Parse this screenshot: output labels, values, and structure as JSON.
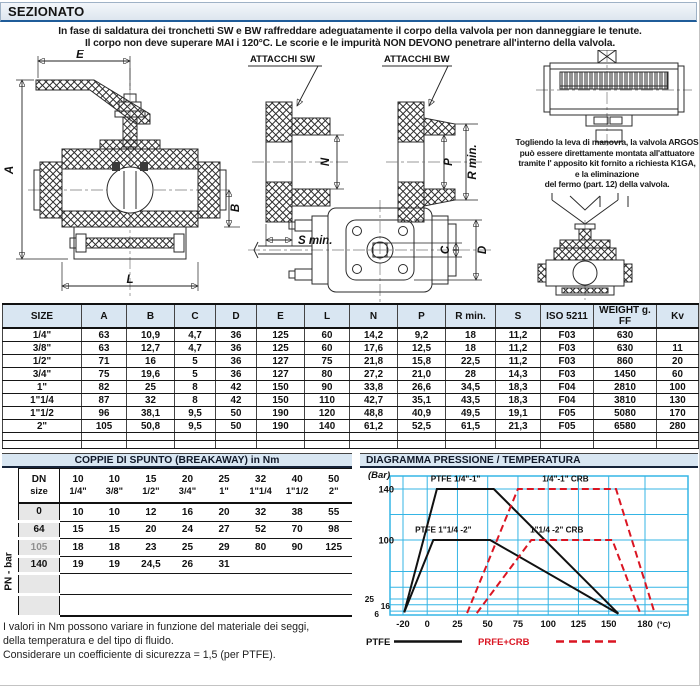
{
  "page": {
    "title": "SEZIONATO"
  },
  "warning": {
    "line1": "In fase di saldatura dei tronchetti SW e BW raffreddare adeguatamente il corpo della valvola per non danneggiare le tenute.",
    "line2": "Il corpo non deve superare MAI i 120°C. Le scorie e le impurità NON DEVONO penetrare all'interno della valvola."
  },
  "drawings": {
    "attacchi_sw_label": "ATTACCHI SW",
    "attacchi_bw_label": "ATTACCHI BW",
    "dims": {
      "e": "E",
      "a": "A",
      "b": "B",
      "l": "L",
      "n": "N",
      "s_min": "S min.",
      "p": "P",
      "r_min": "R min.",
      "c": "C",
      "d": "D"
    },
    "note_lines": [
      "Togliendo la leva di manovra, la valvola  ARGOS",
      "può essere direttamente montata all'attuatore",
      "tramite l' apposito kit fornito a richiesta K1GA,",
      "e la eliminazione",
      "del fermo (part. 12) della valvola."
    ]
  },
  "dimension_table": {
    "headers": [
      "SIZE",
      "A",
      "B",
      "C",
      "D",
      "E",
      "L",
      "N",
      "P",
      "R min.",
      "S",
      "ISO 5211",
      "WEIGHT g. FF",
      "Kv"
    ],
    "rows": [
      [
        "1/4\"",
        "63",
        "10,9",
        "4,7",
        "36",
        "125",
        "60",
        "14,2",
        "9,2",
        "18",
        "11,2",
        "F03",
        "630",
        ""
      ],
      [
        "3/8\"",
        "63",
        "12,7",
        "4,7",
        "36",
        "125",
        "60",
        "17,6",
        "12,5",
        "18",
        "11,2",
        "F03",
        "630",
        "11"
      ],
      [
        "1/2\"",
        "71",
        "16",
        "5",
        "36",
        "127",
        "75",
        "21,8",
        "15,8",
        "22,5",
        "11,2",
        "F03",
        "860",
        "20"
      ],
      [
        "3/4\"",
        "75",
        "19,6",
        "5",
        "36",
        "127",
        "80",
        "27,2",
        "21,0",
        "28",
        "14,3",
        "F03",
        "1450",
        "60"
      ],
      [
        "1\"",
        "82",
        "25",
        "8",
        "42",
        "150",
        "90",
        "33,8",
        "26,6",
        "34,5",
        "18,3",
        "F04",
        "2810",
        "100"
      ],
      [
        "1\"1/4",
        "87",
        "32",
        "8",
        "42",
        "150",
        "110",
        "42,7",
        "35,1",
        "43,5",
        "18,3",
        "F04",
        "3810",
        "130"
      ],
      [
        "1\"1/2",
        "96",
        "38,1",
        "9,5",
        "50",
        "190",
        "120",
        "48,8",
        "40,9",
        "49,5",
        "19,1",
        "F05",
        "5080",
        "170"
      ],
      [
        "2\"",
        "105",
        "50,8",
        "9,5",
        "50",
        "190",
        "140",
        "61,2",
        "52,5",
        "61,5",
        "21,3",
        "F05",
        "6580",
        "280"
      ]
    ]
  },
  "breakaway_table": {
    "title": "COPPIE DI SPUNTO (BREAKAWAY) in Nm",
    "axis_label": "PN - bar",
    "corner_header": [
      "DN",
      "size"
    ],
    "col_headers": [
      [
        "10",
        "1/4\""
      ],
      [
        "10",
        "3/8\""
      ],
      [
        "15",
        "1/2\""
      ],
      [
        "20",
        "3/4\""
      ],
      [
        "25",
        "1\""
      ],
      [
        "32",
        "1\"1/4"
      ],
      [
        "40",
        "1\"1/2"
      ],
      [
        "50",
        "2\""
      ]
    ],
    "rows": [
      {
        "pn": "0",
        "values": [
          "10",
          "10",
          "12",
          "16",
          "20",
          "32",
          "38",
          "55"
        ]
      },
      {
        "pn": "64",
        "values": [
          "15",
          "15",
          "20",
          "24",
          "27",
          "52",
          "70",
          "98"
        ]
      },
      {
        "pn": "105",
        "values": [
          "18",
          "18",
          "23",
          "25",
          "29",
          "80",
          "90",
          "125"
        ]
      },
      {
        "pn": "140",
        "values": [
          "19",
          "19",
          "24,5",
          "26",
          "31",
          "",
          "",
          ""
        ]
      }
    ]
  },
  "footer_note": {
    "line1": "I valori in Nm possono variare in funzione del materiale dei seggi,",
    "line2": "della temperatura e del tipo di fluido.",
    "line3": "Considerare un coefficiente di sicurezza = 1,5 (per PTFE)."
  },
  "chart_data": {
    "type": "line",
    "title": "DIAGRAMMA PRESSIONE / TEMPERATURA",
    "ylabel": "(Bar)",
    "xlabel": "(°C)",
    "x_ticks": [
      -20,
      0,
      25,
      50,
      75,
      100,
      125,
      150,
      180
    ],
    "y_ticks": [
      140,
      100,
      25,
      16,
      6
    ],
    "xlim": [
      -31,
      215
    ],
    "ylim": [
      0,
      150
    ],
    "grid": true,
    "grid_color": "#35b5e5",
    "h_gridlines": [
      140,
      120,
      100,
      60,
      40,
      25,
      16,
      6
    ],
    "series": [
      {
        "name": "PTFE 1/4\"-1\"",
        "color": "#111111",
        "style": "solid",
        "points": [
          [
            -19,
            4
          ],
          [
            8,
            140
          ],
          [
            55,
            140
          ],
          [
            158,
            2
          ]
        ]
      },
      {
        "name": "PTFE 1\"1/4 -2\"",
        "color": "#111111",
        "style": "solid",
        "points": [
          [
            -19,
            4
          ],
          [
            5,
            100
          ],
          [
            52,
            100
          ],
          [
            158,
            2
          ]
        ]
      },
      {
        "name": "1/4\"-1\" CRB",
        "color": "#da1522",
        "style": "dashed",
        "points": [
          [
            33,
            3
          ],
          [
            75,
            140
          ],
          [
            156,
            140
          ],
          [
            188,
            3
          ]
        ]
      },
      {
        "name": "1\"1/4 -2\" CRB",
        "color": "#da1522",
        "style": "dashed",
        "points": [
          [
            41,
            3
          ],
          [
            86,
            100
          ],
          [
            153,
            100
          ],
          [
            176,
            3
          ]
        ]
      }
    ],
    "curve_labels": [
      {
        "text": "PTFE 1/4\"-1\"",
        "tx": 3,
        "p": 146
      },
      {
        "text": "1/4\"-1\" CRB",
        "tx": 95,
        "p": 146
      },
      {
        "text": "PTFE 1\"1/4 -2\"",
        "tx": -10,
        "p": 106
      },
      {
        "text": "1\"1/4 -2\" CRB",
        "tx": 85,
        "p": 106
      }
    ],
    "legend": [
      {
        "label": "PTFE",
        "color": "#111111",
        "style": "solid"
      },
      {
        "label": "PRFE+CRB",
        "color": "#da1522",
        "style": "dashed"
      }
    ],
    "legend_position": "bottom-left"
  }
}
